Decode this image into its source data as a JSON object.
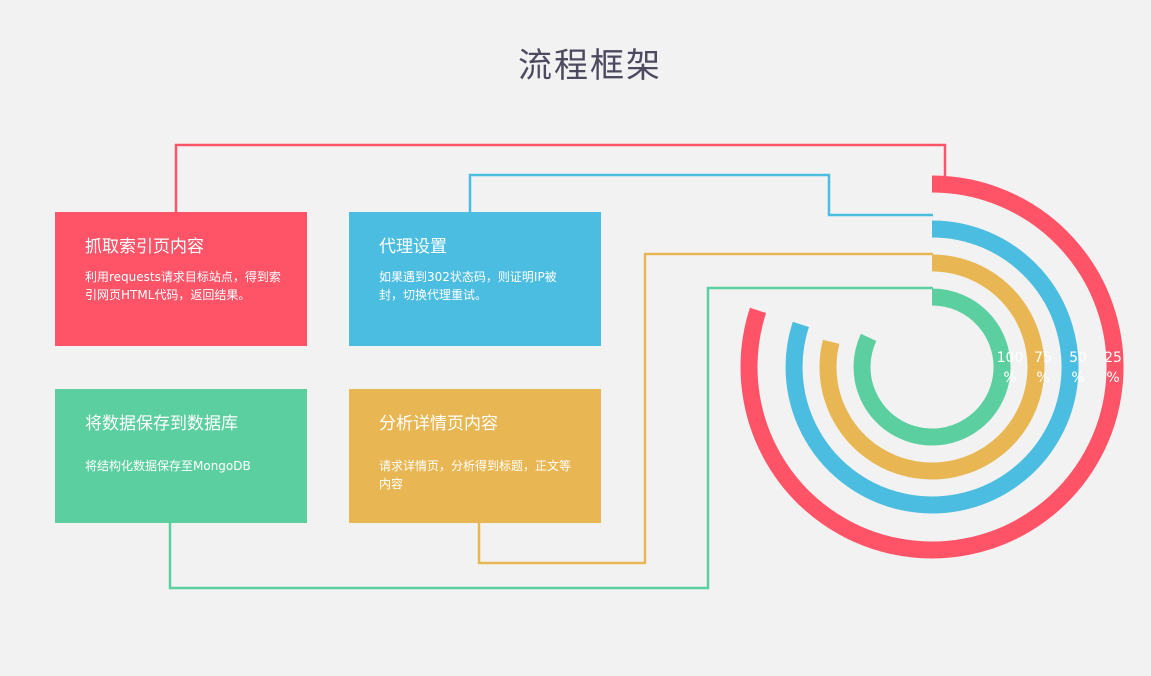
{
  "page": {
    "title": "流程框架"
  },
  "cards": [
    {
      "title": "抓取索引页内容",
      "description": "利用requests请求目标站点，得到索引网页HTML代码，返回结果。",
      "color": "#ff5468"
    },
    {
      "title": "代理设置",
      "description": "如果遇到302状态码，则证明IP被封，切换代理重试。",
      "color": "#4bbde0"
    },
    {
      "title": "将数据保存到数据库",
      "description": "将结构化数据保存至MongoDB",
      "color": "#5ccfa0"
    },
    {
      "title": "分析详情页内容",
      "description": "请求详情页，分析得到标题，正文等内容",
      "color": "#e8b753"
    }
  ],
  "rings": [
    {
      "label_value": "100",
      "label_unit": "%",
      "color": "#5ccfa0"
    },
    {
      "label_value": "75",
      "label_unit": "%",
      "color": "#e8b753"
    },
    {
      "label_value": "50",
      "label_unit": "%",
      "color": "#4bbde0"
    },
    {
      "label_value": "25",
      "label_unit": "%",
      "color": "#ff5468"
    }
  ]
}
